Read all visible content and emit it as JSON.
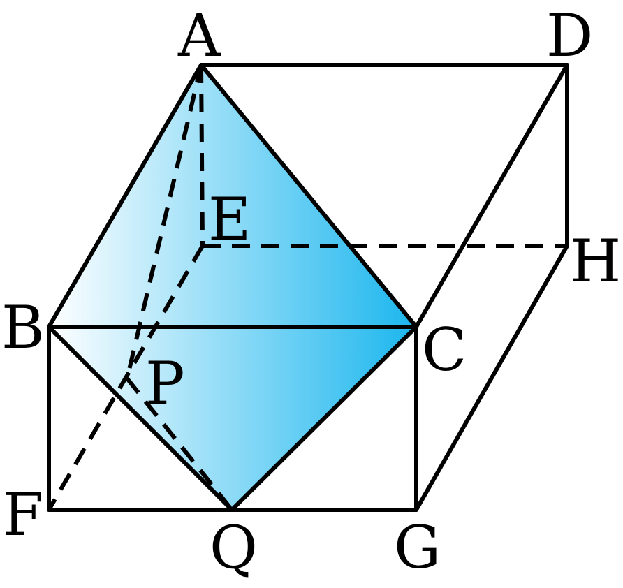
{
  "vertex_labels": {
    "A": "A",
    "B": "B",
    "C": "C",
    "D": "D",
    "E": "E",
    "F": "F",
    "G": "G",
    "H": "H",
    "P": "P",
    "Q": "Q"
  },
  "colors": {
    "face_gradient_start": "#ffffff",
    "face_gradient_end": "#1bb6ee",
    "edge": "#000000",
    "background": "#ffffff"
  }
}
